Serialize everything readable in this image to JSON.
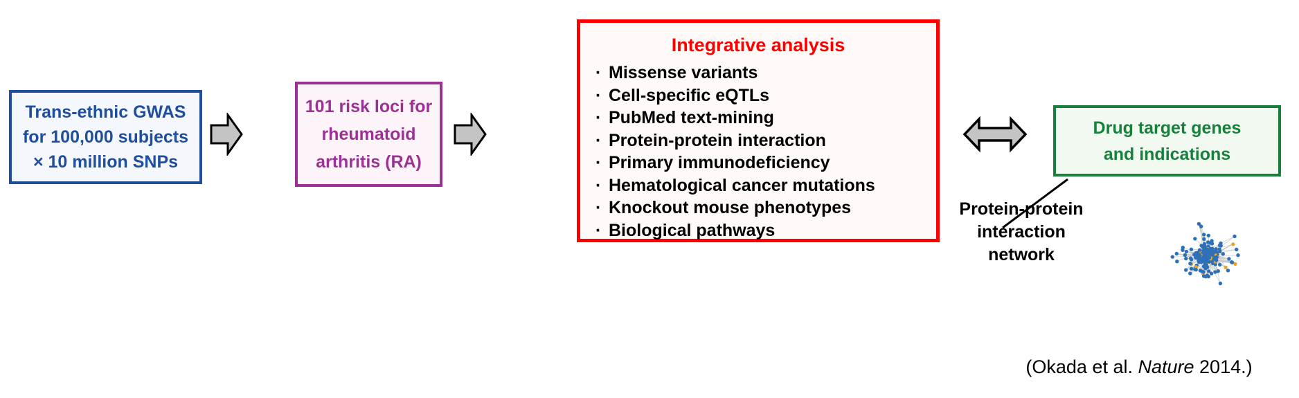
{
  "boxes": {
    "gwas": {
      "lines": [
        "Trans-ethnic GWAS",
        "for 100,000 subjects",
        "× 10 million SNPs"
      ],
      "border_color": "#1F4E9C",
      "text_color": "#1F4E9C",
      "fill_color": "#F4F7FC"
    },
    "loci": {
      "lines": [
        "101 risk loci for",
        "rheumatoid",
        "arthritis (RA)"
      ],
      "border_color": "#9B3293",
      "text_color": "#9B3293",
      "fill_color": "#FDF4FA"
    },
    "integrative": {
      "title": "Integrative analysis",
      "bullet_glyph": "·",
      "items": [
        "Missense variants",
        "Cell-specific eQTLs",
        "PubMed text-mining",
        "Protein-protein interaction",
        "Primary immunodeficiency",
        "Hematological cancer mutations",
        "Knockout mouse phenotypes",
        "Biological pathways"
      ],
      "border_color": "#FF0000",
      "title_color": "#FF0000",
      "text_color": "#000000",
      "fill_color": "#FFF9F8"
    },
    "drug": {
      "lines": [
        "Drug target genes",
        "and indications"
      ],
      "border_color": "#17803C",
      "text_color": "#17803C",
      "fill_color": "#F2F9F1"
    }
  },
  "arrows": {
    "gwas_to_loci": "right-arrow",
    "loci_to_integrative": "right-arrow",
    "integrative_to_drug": "double-headed-arrow",
    "fill_color": "#C4C4C4",
    "stroke_color": "#000000"
  },
  "annotation": {
    "ppi_label_lines": [
      "Protein-protein",
      "interaction",
      "network"
    ],
    "leader_line": "diagonal-leader-line"
  },
  "network": {
    "node_color_primary": "#2E70B8",
    "node_color_accent": "#E8A229",
    "edge_color": "#BFBFBF",
    "label": "protein-protein-interaction-network-graphic"
  },
  "citation": {
    "prefix": "(Okada et al. ",
    "journal": "Nature",
    "suffix": " 2014.)"
  }
}
